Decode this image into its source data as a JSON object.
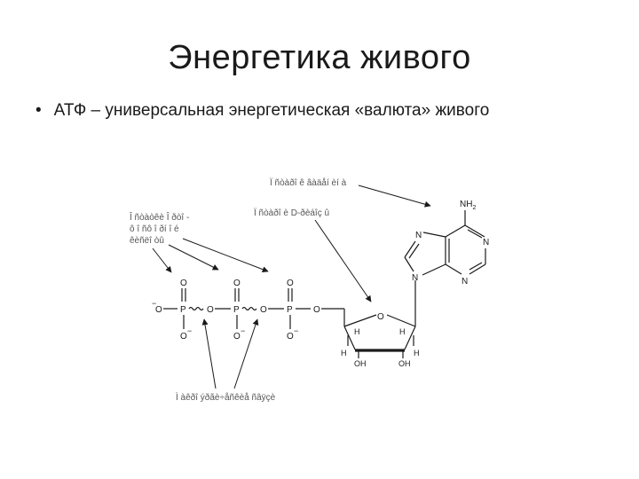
{
  "slide": {
    "title": "Энергетика живого",
    "bullet_symbol": "•",
    "bullet_text": "АТФ – универсальная энергетическая «валюта» живого"
  },
  "diagram": {
    "labels": {
      "base_label": "Ï ñòàðî ê âàäåí èí à",
      "sugar_label": "Ï ñòàðî è D-ðèáîç û",
      "phosphate_label_line1": "Î ñòàòêè Î ðòî -",
      "phosphate_label_line2": "ô î ñô î ðí î é",
      "phosphate_label_line3": "êèñëî òû",
      "bonds_label": "Ì àêðî ýðãè÷åñêèå ñâÿçè"
    },
    "atoms": {
      "nh2": "NH",
      "nh2_sub": "2",
      "n": "N",
      "o": "O",
      "p": "P",
      "o_minus": "O",
      "minus": "−",
      "h": "H",
      "oh": "OH"
    }
  }
}
